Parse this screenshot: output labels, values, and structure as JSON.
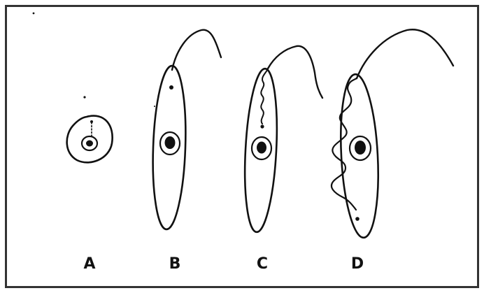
{
  "figure": {
    "stages": [
      {
        "label": "A"
      },
      {
        "label": "B"
      },
      {
        "label": "C"
      },
      {
        "label": "D"
      }
    ]
  },
  "colors": {
    "ink": "#111111",
    "background": "#ffffff",
    "frame": "#333333"
  }
}
